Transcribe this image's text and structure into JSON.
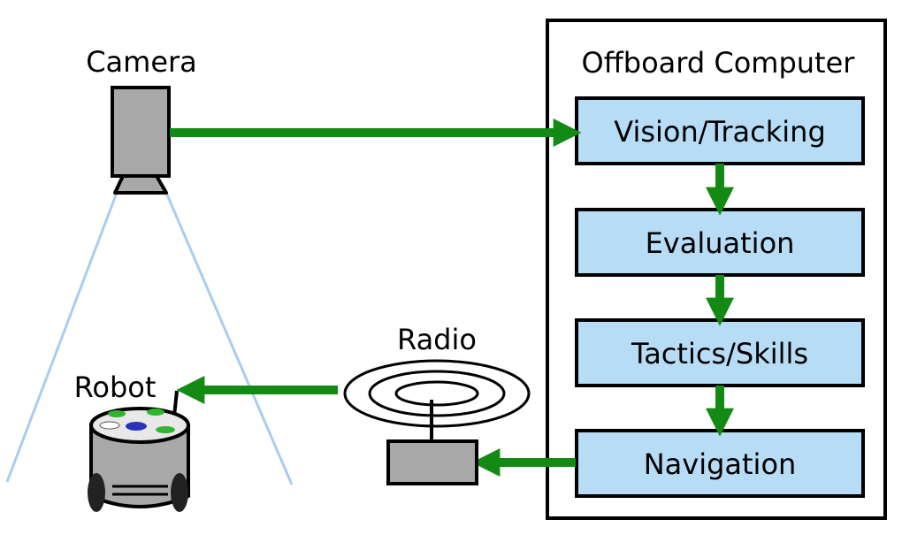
{
  "labels": {
    "camera": "Camera",
    "offboard_computer": "Offboard Computer",
    "radio": "Radio",
    "robot": "Robot"
  },
  "modules": [
    {
      "id": "vision",
      "label": "Vision/Tracking"
    },
    {
      "id": "evaluation",
      "label": "Evaluation"
    },
    {
      "id": "tactics",
      "label": "Tactics/Skills"
    },
    {
      "id": "navigation",
      "label": "Navigation"
    }
  ],
  "colors": {
    "arrow": "#138a13",
    "module_fill": "#b7dcf5",
    "device_fill": "#a8a8a8",
    "camera_cone": "#a9cdf0",
    "outline": "#000000",
    "robot_led_green": "#2fb52f",
    "robot_led_blue": "#2a33b8"
  }
}
